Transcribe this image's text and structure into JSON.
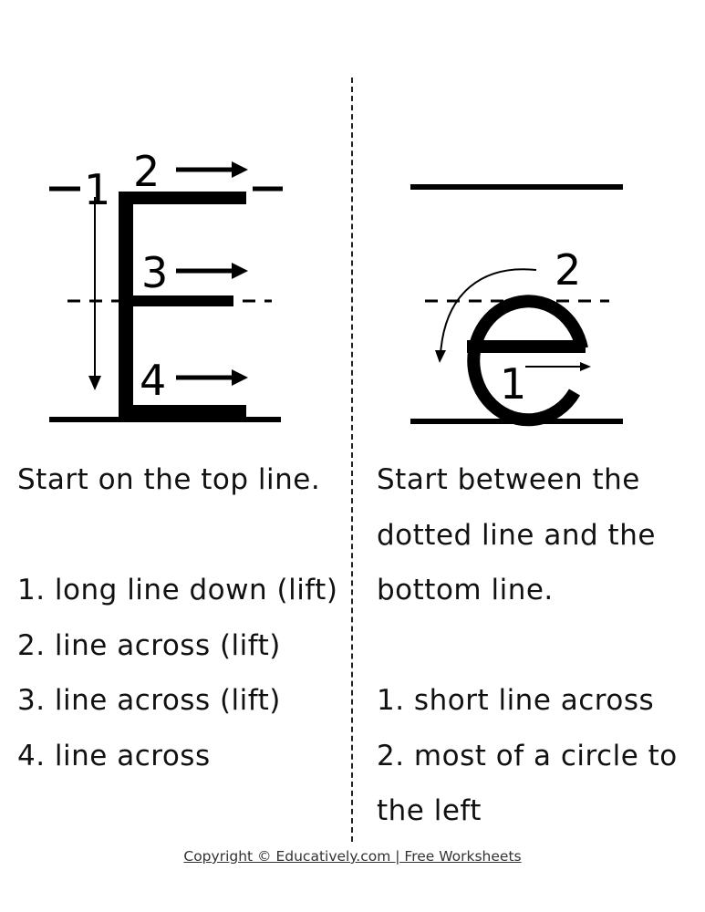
{
  "letter_e_upper": {
    "stroke_numbers": [
      "1",
      "2",
      "3",
      "4"
    ]
  },
  "letter_e_lower": {
    "stroke_numbers": [
      "1",
      "2"
    ]
  },
  "left_instructions": {
    "intro": "Start on the top line.",
    "steps": [
      "1. long line down (lift)",
      "2. line across (lift)",
      "3. line across (lift)",
      "4. line across"
    ]
  },
  "right_instructions": {
    "intro_lines": [
      "Start between the",
      "dotted line and the",
      "bottom line."
    ],
    "steps": [
      "1. short line across",
      "2. most of a circle to",
      "the left"
    ]
  },
  "footer": {
    "copyright": "Copyright © Educatively.com | Free Worksheets"
  }
}
